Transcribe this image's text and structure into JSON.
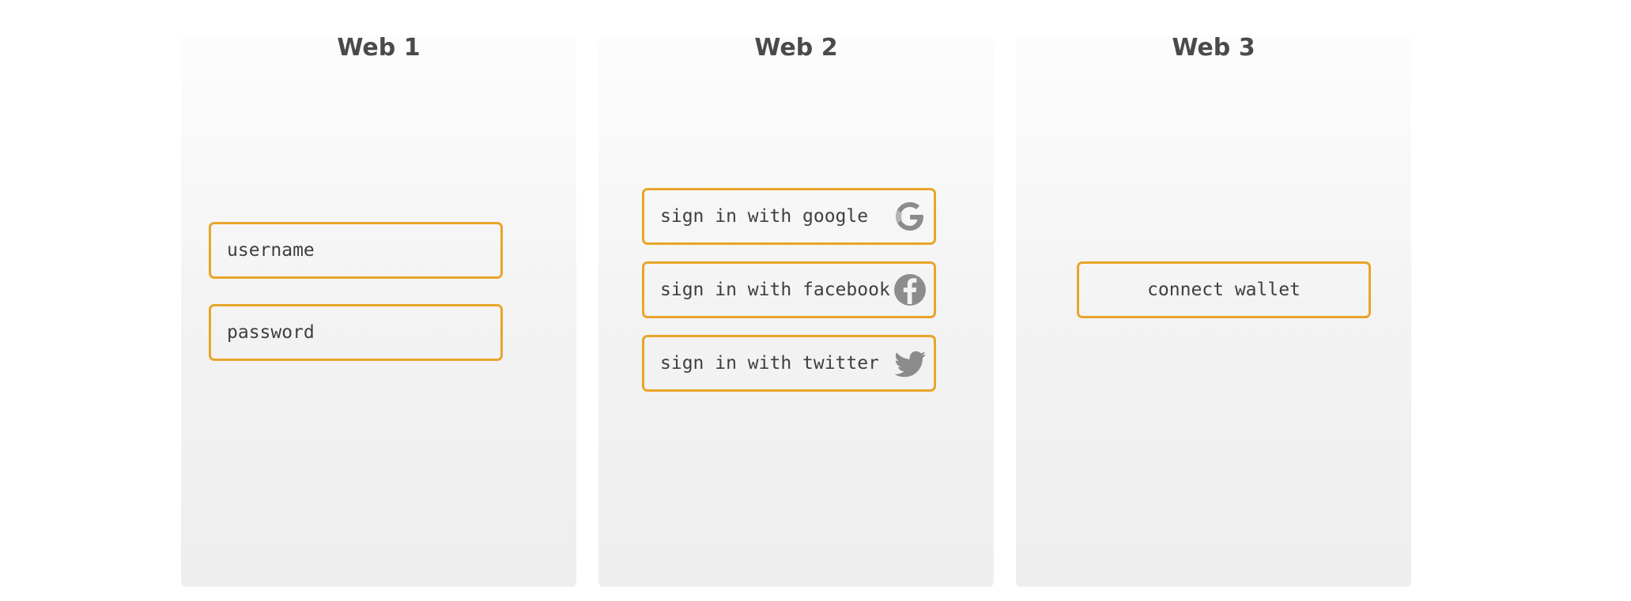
{
  "panels": {
    "web1": {
      "title": "Web 1",
      "fields": [
        {
          "label": "username"
        },
        {
          "label": "password"
        }
      ]
    },
    "web2": {
      "title": "Web 2",
      "buttons": [
        {
          "label": "sign in with google",
          "icon": "google-icon"
        },
        {
          "label": "sign in with facebook",
          "icon": "facebook-icon"
        },
        {
          "label": "sign in with twitter",
          "icon": "twitter-icon"
        }
      ]
    },
    "web3": {
      "title": "Web 3",
      "buttons": [
        {
          "label": "connect wallet"
        }
      ]
    }
  },
  "colors": {
    "accent_border": "#e8a52a",
    "title_text": "#4a4a4a",
    "label_text": "#3f3f3f",
    "icon_gray": "#8c8c8c",
    "panel_top": "#fdfdfd",
    "panel_bottom": "#eeeeee"
  }
}
